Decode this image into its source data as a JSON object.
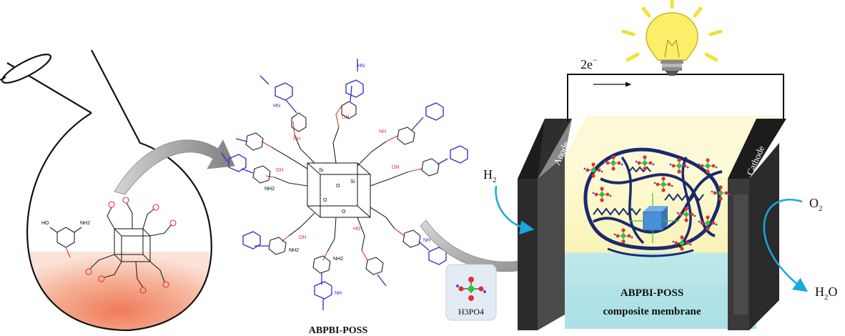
{
  "labels": {
    "electrons": "2e",
    "electrons_sup": "−",
    "anode": "Anode",
    "cathode": "Cathode",
    "h2": "H",
    "h2_sub": "2",
    "o2": "O",
    "o2_sub": "2",
    "h2o_h": "H",
    "h2o_sub": "2",
    "h2o_o": "O",
    "h3po4": "H3PO4",
    "membrane_line1": "ABPBI-POSS",
    "membrane_line2": "composite membrane",
    "poss_label": "ABPBI-POSS",
    "amine": "NH2",
    "nh": "NH",
    "oh": "OH",
    "ho": "HO",
    "o": "O",
    "si": "Si",
    "hn": "HN",
    "acid": "HO"
  },
  "colors": {
    "polymer_blue": "#2a2ad0",
    "linker_red": "#e03030",
    "electrode": "#2b2b2b",
    "arrow_cyan": "#1aa6e0",
    "membrane_navy": "#1a2a6e",
    "flask_fill": "#f4a98a"
  },
  "icons": {
    "bulb": "light-bulb-icon",
    "flask": "round-bottom-flask-icon"
  }
}
